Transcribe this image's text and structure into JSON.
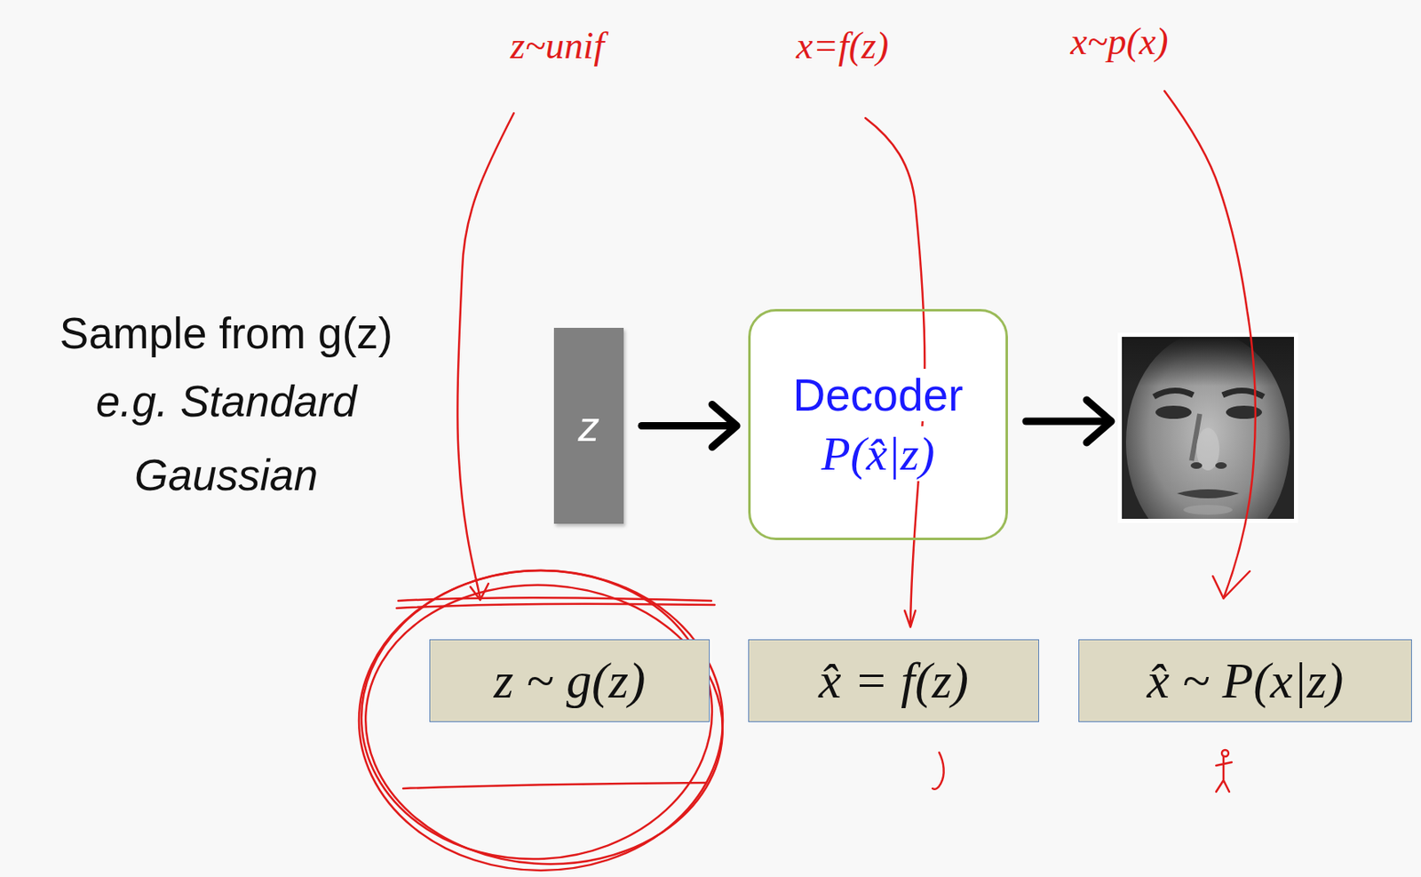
{
  "diagram": {
    "nodes": [
      {
        "text": [
          "z"
        ]
      },
      {
        "text": [
          "Decoder",
          "P(x̂|z)"
        ]
      },
      {
        "text": [
          "z ~ g(z)"
        ]
      },
      {
        "text": [
          "x̂ = f(z)"
        ]
      },
      {
        "text": [
          "x̂ ~ P(x|z)"
        ]
      }
    ],
    "edges": [
      {
        "from": 0,
        "to": 1,
        "arrow": "to"
      }
    ],
    "labels": [
      "Sample from g(z)",
      "e.g. Standard Gaussian",
      "z~unif",
      "x=f(z)",
      "x~p(x)"
    ]
  }
}
